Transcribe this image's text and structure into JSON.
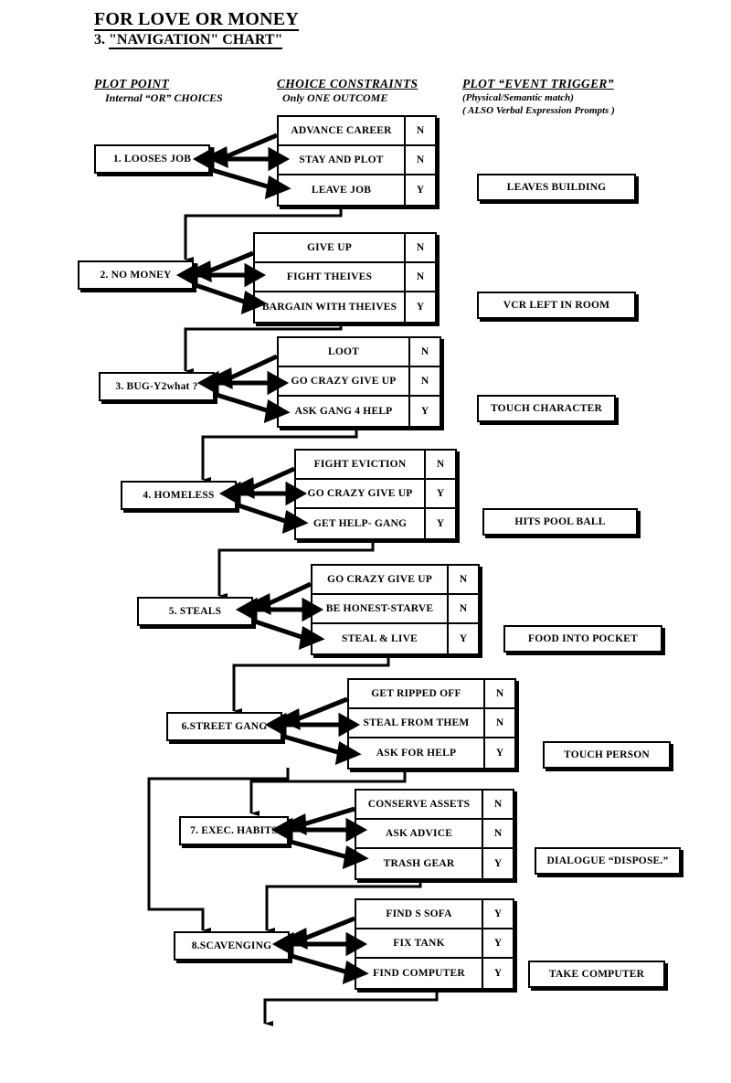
{
  "title": {
    "line1": "FOR LOVE OR MONEY",
    "line2_prefix": "3. ",
    "line2": "\"NAVIGATION\" CHART\""
  },
  "columns": {
    "plot_point": {
      "heading": "PLOT POINT",
      "subheading": "Internal “OR” CHOICES"
    },
    "choice_constraints": {
      "heading": "CHOICE CONSTRAINTS",
      "subheading": "Only ONE OUTCOME"
    },
    "event_trigger": {
      "heading": "PLOT “EVENT TRIGGER”",
      "subheading": "(Physical/Semantic match)",
      "subheading2": "( ALSO  Verbal Expression Prompts )"
    }
  },
  "chart_data": {
    "type": "diagram",
    "title": "FOR LOVE OR MONEY — 3. “NAVIGATION” CHART”",
    "rows": [
      {
        "index": 1,
        "plot_point": "1. LOOSES JOB",
        "choices": [
          {
            "label": "ADVANCE CAREER",
            "outcome": "N"
          },
          {
            "label": "STAY AND PLOT",
            "outcome": "N"
          },
          {
            "label": "LEAVE JOB",
            "outcome": "Y"
          }
        ],
        "event_trigger": "LEAVES BUILDING"
      },
      {
        "index": 2,
        "plot_point": "2. NO MONEY",
        "choices": [
          {
            "label": "GIVE UP",
            "outcome": "N"
          },
          {
            "label": "FIGHT THEIVES",
            "outcome": "N"
          },
          {
            "label": "BARGAIN WITH THEIVES",
            "outcome": "Y"
          }
        ],
        "event_trigger": "VCR LEFT  IN ROOM"
      },
      {
        "index": 3,
        "plot_point": "3. BUG-Y2what ?",
        "choices": [
          {
            "label": "LOOT",
            "outcome": "N"
          },
          {
            "label": "GO CRAZY GIVE UP",
            "outcome": "N"
          },
          {
            "label": "ASK GANG 4 HELP",
            "outcome": "Y"
          }
        ],
        "event_trigger": "TOUCH CHARACTER"
      },
      {
        "index": 4,
        "plot_point": "4. HOMELESS",
        "choices": [
          {
            "label": "FIGHT EVICTION",
            "outcome": "N"
          },
          {
            "label": "GO CRAZY GIVE UP",
            "outcome": "Y"
          },
          {
            "label": "GET HELP- GANG",
            "outcome": "Y"
          }
        ],
        "event_trigger": "HITS POOL BALL"
      },
      {
        "index": 5,
        "plot_point": "5. STEALS",
        "choices": [
          {
            "label": "GO CRAZY GIVE UP",
            "outcome": "N"
          },
          {
            "label": "BE HONEST-STARVE",
            "outcome": "N"
          },
          {
            "label": "STEAL & LIVE",
            "outcome": "Y"
          }
        ],
        "event_trigger": "FOOD INTO POCKET"
      },
      {
        "index": 6,
        "plot_point": "6.STREET GANG",
        "choices": [
          {
            "label": "GET RIPPED OFF",
            "outcome": "N"
          },
          {
            "label": "STEAL FROM THEM",
            "outcome": "N"
          },
          {
            "label": "ASK FOR HELP",
            "outcome": "Y"
          }
        ],
        "event_trigger": "TOUCH PERSON"
      },
      {
        "index": 7,
        "plot_point": "7. EXEC. HABITS",
        "choices": [
          {
            "label": "CONSERVE ASSETS",
            "outcome": "N"
          },
          {
            "label": "ASK ADVICE",
            "outcome": "N"
          },
          {
            "label": "TRASH GEAR",
            "outcome": "Y"
          }
        ],
        "event_trigger": "DIALOGUE “DISPOSE.”"
      },
      {
        "index": 8,
        "plot_point": "8.SCAVENGING",
        "choices": [
          {
            "label": "FIND S SOFA",
            "outcome": "Y"
          },
          {
            "label": "FIX TANK",
            "outcome": "Y"
          },
          {
            "label": "FIND COMPUTER",
            "outcome": "Y"
          }
        ],
        "event_trigger": "TAKE COMPUTER"
      }
    ]
  }
}
